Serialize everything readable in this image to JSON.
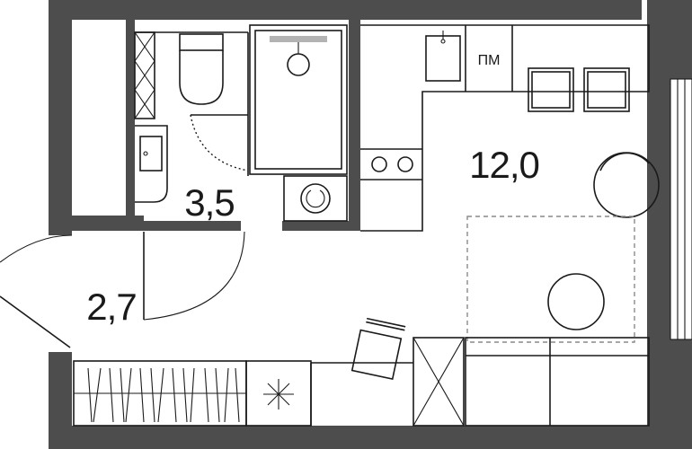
{
  "plan": {
    "rooms": [
      {
        "id": "bathroom",
        "area": "3,5"
      },
      {
        "id": "hall",
        "area": "2,7"
      },
      {
        "id": "living",
        "area": "12,0"
      }
    ],
    "labels": {
      "dishwasher": "ПМ"
    }
  }
}
